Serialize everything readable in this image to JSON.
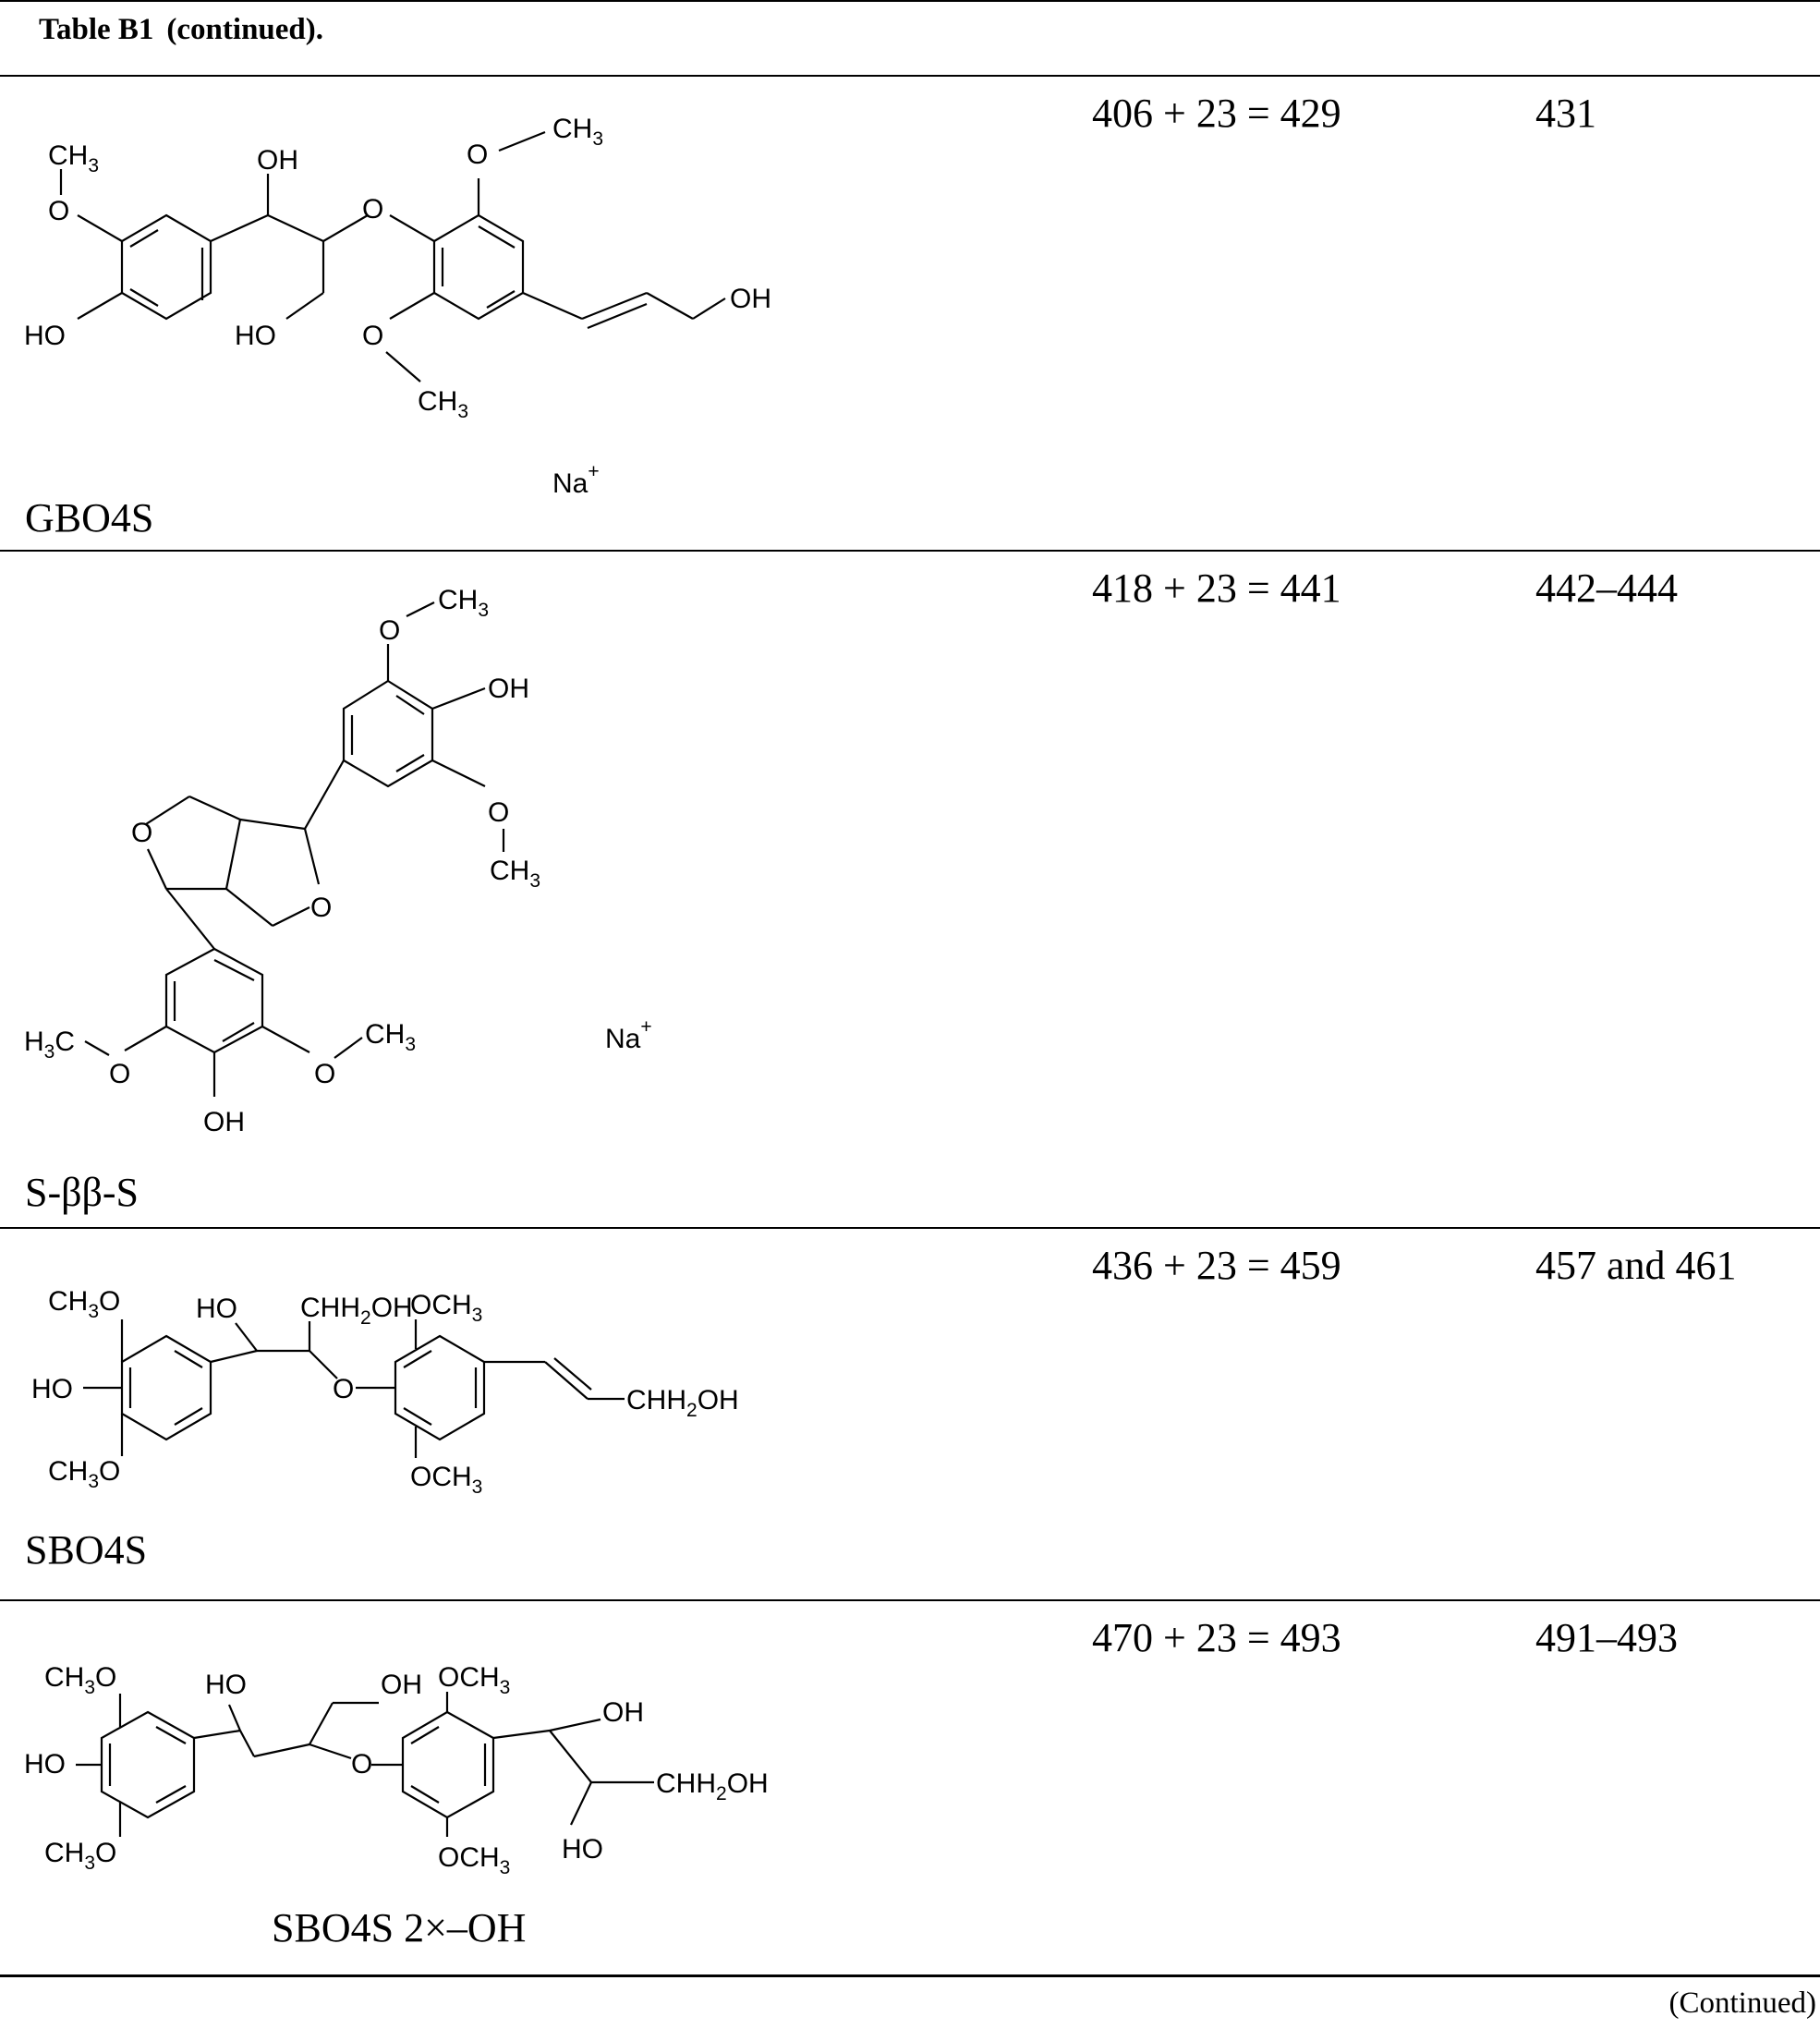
{
  "caption": {
    "label": "Table B1",
    "suffix": "(continued)."
  },
  "rows": [
    {
      "name": "GBO4S",
      "mz_calc": "406 + 23 = 429",
      "mz_obs": "431",
      "ion": "Na",
      "ion_charge": "+"
    },
    {
      "name": "S-ββ-S",
      "mz_calc": "418 + 23 = 441",
      "mz_obs": "442–444",
      "ion": "Na",
      "ion_charge": "+"
    },
    {
      "name": "SBO4S",
      "mz_calc": "436 + 23 = 459",
      "mz_obs": "457 and 461"
    },
    {
      "name": "SBO4S 2×–OH",
      "mz_calc": "470 + 23 = 493",
      "mz_obs": "491–493"
    }
  ],
  "atoms": {
    "c": "C",
    "h": "H",
    "h3": "3",
    "h2": "2",
    "o": "O",
    "oh": "OH",
    "ho": "HO",
    "ch3": "CH",
    "och3": "OCH",
    "ch3o": "CH",
    "ch2oh": "CH",
    "oh_tail": "OH",
    "h3c": "H"
  },
  "footer": "(Continued)"
}
